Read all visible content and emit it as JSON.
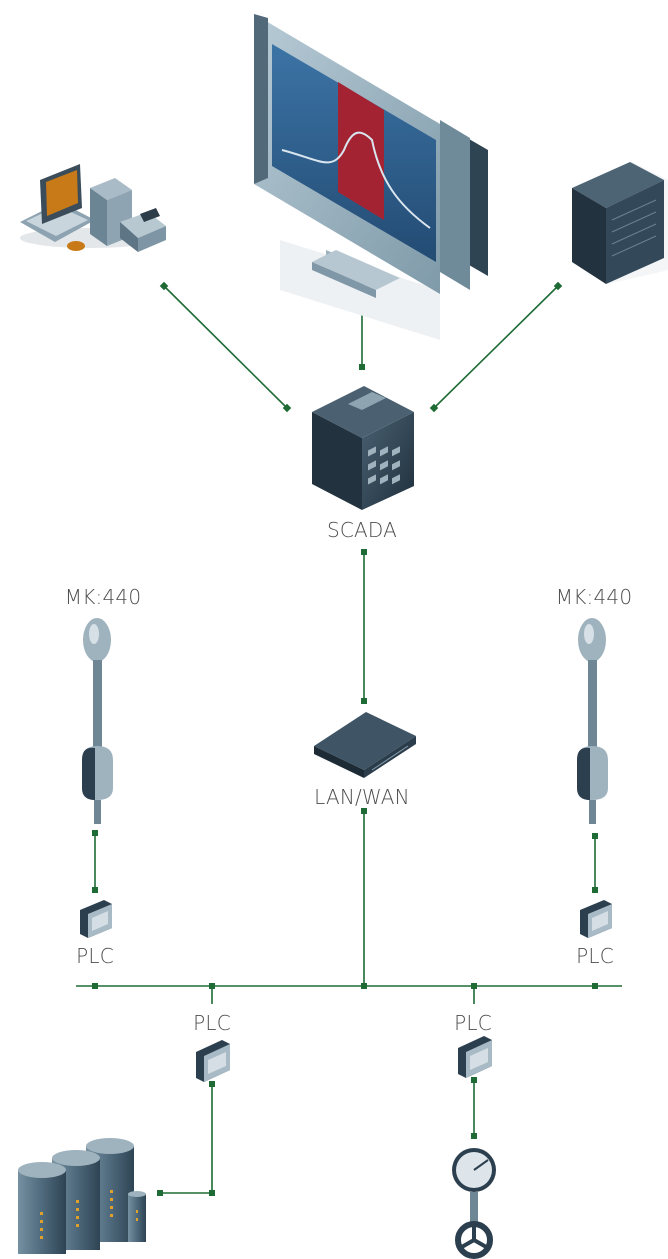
{
  "labels": {
    "scada": "SCADA",
    "lan_wan": "LAN/WAN",
    "mk_left": "MK:440",
    "mk_right": "MK:440",
    "plc_left": "PLC",
    "plc_right": "PLC",
    "plc_bottom_left": "PLC",
    "plc_bottom_right": "PLC"
  },
  "colors": {
    "link": "#1e6b35",
    "screen": "#2e5f8e",
    "plot_band": "#a42333",
    "device_dark": "#2c3f4f",
    "label": "#4d4d4d"
  },
  "icons": {
    "workstation": "desktop-pc-printer-icon",
    "monitor": "monitor-icon",
    "server": "server-icon",
    "scada": "scada-server-icon",
    "router": "router-icon",
    "antenna": "mk440-antenna-icon",
    "plc": "plc-icon",
    "tanks": "storage-tanks-icon",
    "gauge": "pressure-gauge-valve-icon"
  }
}
